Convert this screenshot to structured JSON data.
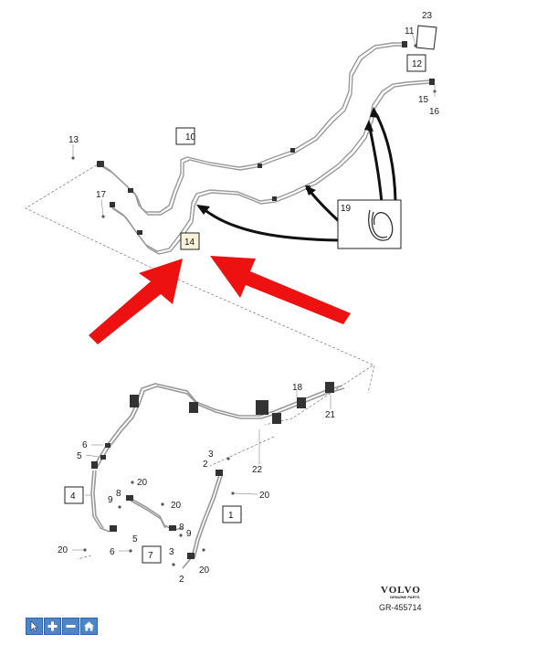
{
  "callouts": {
    "c1": "1",
    "c2a": "2",
    "c2b": "2",
    "c3a": "3",
    "c3b": "3",
    "c4": "4",
    "c5a": "5",
    "c5b": "5",
    "c6a": "6",
    "c6b": "6",
    "c7": "7",
    "c8a": "8",
    "c8b": "8",
    "c9a": "9",
    "c9b": "9",
    "c10": "10",
    "c11": "11",
    "c12": "12",
    "c13": "13",
    "c14": "14",
    "c15": "15",
    "c16": "16",
    "c17": "17",
    "c18": "18",
    "c19": "19",
    "c20a": "20",
    "c20b": "20",
    "c20c": "20",
    "c20d": "20",
    "c20e": "20",
    "c21": "21",
    "c22": "22",
    "c23": "23"
  },
  "brand": {
    "name": "VOLVO",
    "tagline": "GENUINE PARTS",
    "code": "GR-455714"
  },
  "colors": {
    "arrow": "#ee1111",
    "line": "#888888",
    "highlight_box": "#fdf3dc",
    "toolbar": "#4d86c6"
  },
  "toolbar": {
    "buttons": [
      {
        "icon": "pointer-icon"
      },
      {
        "icon": "zoom-in-icon"
      },
      {
        "icon": "zoom-out-icon"
      },
      {
        "icon": "home-icon"
      }
    ]
  }
}
